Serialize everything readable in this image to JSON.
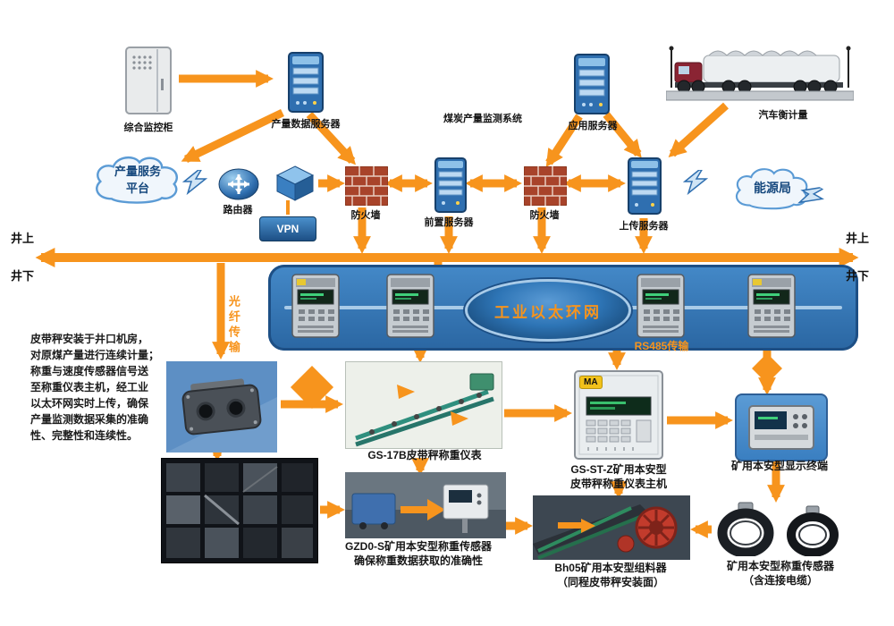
{
  "colors": {
    "accent_orange": "#f7941d",
    "primary_blue": "#2e75b6"
  },
  "zones": {
    "left_top": "井上",
    "left_bottom": "井下",
    "right_top": "井上",
    "right_bottom": "井下"
  },
  "clouds": {
    "left": "产量服务平台",
    "right": "能源局"
  },
  "top_row": {
    "cabinet": "综合监控柜",
    "server1": "产量数据服务器",
    "center": "煤炭产量监测系统",
    "server2": "应用服务器",
    "truck": "汽车衡计量"
  },
  "mid_row": {
    "router": "路由器",
    "vpn": "VPN",
    "firewall1": "防火墙",
    "server_a": "前置服务器",
    "firewall2": "防火墙",
    "server_b": "上传服务器"
  },
  "ring": {
    "label": "工业以太环网"
  },
  "trans": {
    "fiber": "光纤传输",
    "rs485": "RS485传输"
  },
  "description": {
    "lines": [
      "皮带秤安装于井口机房，",
      "对原煤产量进行连续计量；",
      "称重与速度传感器信号送",
      "至称重仪表主机，经工业",
      "以太环网实时上传，确保",
      "产量监测数据采集的准确",
      "性、完整性和连续性。"
    ]
  },
  "captions": {
    "beltA": "GS-17B皮带秤称重仪表",
    "gzd0": [
      "GZD0-S矿用本安型称重传感器",
      "确保称重数据获取的准确性"
    ],
    "ma": [
      "GS-ST-Z矿用本安型",
      "皮带秤称重仪表主机"
    ],
    "bh05": [
      "Bh05矿用本安型组料器",
      "（同程皮带秤安装面）"
    ],
    "rings": [
      "矿用本安型称重传感器",
      "（含连接电缆）"
    ],
    "terminal": "矿用本安型显示终端",
    "ma_badge": "MA"
  }
}
